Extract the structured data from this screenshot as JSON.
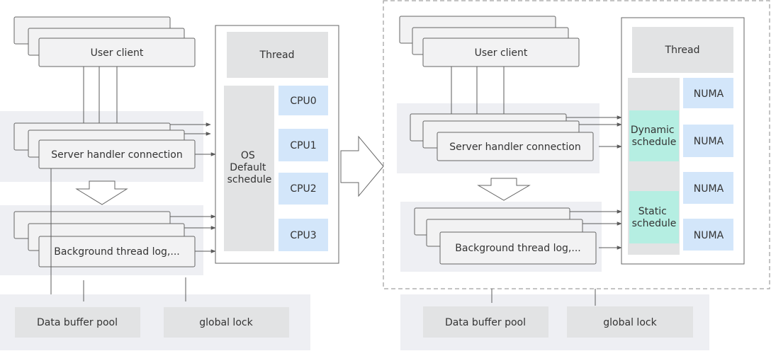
{
  "colors": {
    "panel": "#eeeff3",
    "box_fill": "#f2f2f3",
    "box_stroke": "#666666",
    "header_gray": "#e2e3e4",
    "cpu_blue": "#d3e6fa",
    "schedule_teal": "#b5eee2",
    "line": "#5b5b5b"
  },
  "left": {
    "user_client": "User client",
    "server_handler": "Server handler connection",
    "background_thread": "Background thread log,...",
    "thread": "Thread",
    "os_schedule": [
      "OS",
      "Default",
      "schedule"
    ],
    "cpus": [
      "CPU0",
      "CPU1",
      "CPU2",
      "CPU3"
    ],
    "data_buffer_pool": "Data buffer pool",
    "global_lock": "global lock"
  },
  "right": {
    "user_client": "User client",
    "server_handler": "Server handler connection",
    "background_thread": "Background thread log,...",
    "thread": "Thread",
    "dynamic_schedule": [
      "Dynamic",
      "schedule"
    ],
    "static_schedule": [
      "Static",
      "schedule"
    ],
    "numa": [
      "NUMA",
      "NUMA",
      "NUMA",
      "NUMA"
    ],
    "data_buffer_pool": "Data buffer pool",
    "global_lock": "global lock"
  }
}
